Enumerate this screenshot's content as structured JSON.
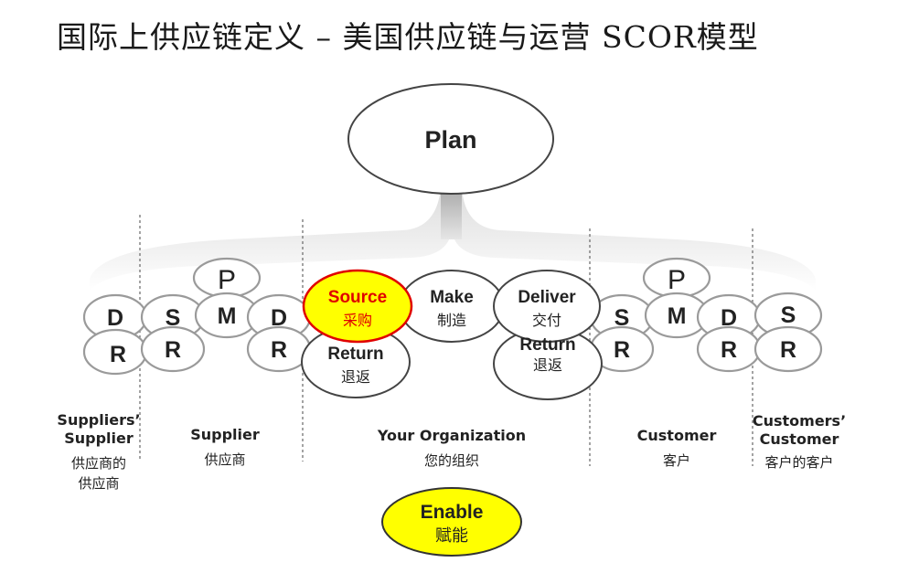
{
  "title": "国际上供应链定义 – 美国供应链与运营 SCOR模型",
  "plan": "Plan",
  "enable": {
    "en": "Enable",
    "cn": "赋能"
  },
  "org": {
    "source": {
      "en": "Source",
      "cn": "采购"
    },
    "make": {
      "en": "Make",
      "cn": "制造"
    },
    "deliver": {
      "en": "Deliver",
      "cn": "交付"
    },
    "return_left": {
      "en": "Return",
      "cn": "退返"
    },
    "return_right": {
      "en": "Return",
      "cn": "退返"
    }
  },
  "letters": {
    "P": "P",
    "S": "S",
    "M": "M",
    "D": "D",
    "R": "R"
  },
  "entities": [
    {
      "en": "Suppliers’\nSupplier",
      "cn": "供应商的\n供应商"
    },
    {
      "en": "Supplier",
      "cn": "供应商"
    },
    {
      "en": "Your Organization",
      "cn": "您的组织"
    },
    {
      "en": "Customer",
      "cn": "客户"
    },
    {
      "en": "Customers’\nCustomer",
      "cn": "客户的客户"
    }
  ],
  "colors": {
    "highlight_fill": "#ffff00",
    "highlight_stroke": "#e00000",
    "highlight_text": "#e00000",
    "ring": "#9a9a9a",
    "org_ring": "#444444"
  }
}
